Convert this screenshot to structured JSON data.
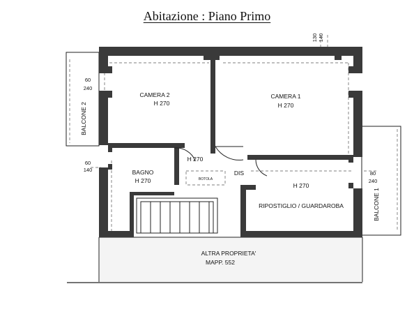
{
  "title": "Abitazione : Piano Primo",
  "rooms": {
    "camera2": {
      "name": "CAMERA 2",
      "height": "H 270"
    },
    "camera1": {
      "name": "CAMERA 1",
      "height": "H 270"
    },
    "bagno": {
      "name": "BAGNO",
      "height": "H 270"
    },
    "hall": {
      "height": "H 270"
    },
    "dis": {
      "name": "DIS"
    },
    "botola": {
      "name": "BOTOLA"
    },
    "ripostiglio": {
      "name": "RIPOSTIGLIO / GUARDAROBA",
      "height": "H 270"
    }
  },
  "balconies": {
    "left": "BALCONE 2",
    "right": "BALCONE 1"
  },
  "dimensions": {
    "top_130": "130",
    "top_140": "140",
    "left_60_a": "60",
    "left_240": "240",
    "left_60_b": "60",
    "left_140": "140",
    "right_80": "80",
    "right_240": "240"
  },
  "neighbor": {
    "name": "ALTRA PROPRIETA'",
    "parcel": "MAPP. 552"
  }
}
